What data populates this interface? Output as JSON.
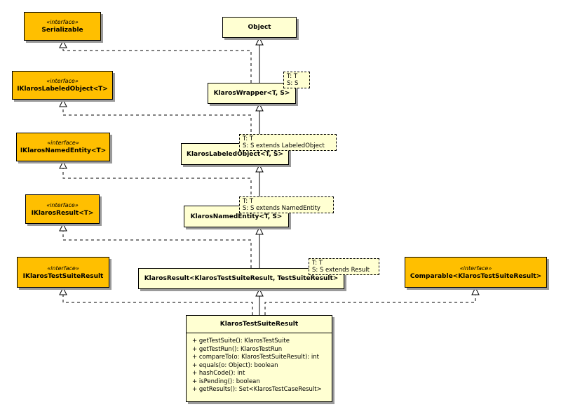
{
  "interfaces": {
    "serializable": {
      "stereotype": "«interface»",
      "name": "Serializable"
    },
    "labeled_object": {
      "stereotype": "«interface»",
      "name": "IKlarosLabeledObject<T>"
    },
    "named_entity": {
      "stereotype": "«interface»",
      "name": "IKlarosNamedEntity<T>"
    },
    "result": {
      "stereotype": "«interface»",
      "name": "IKlarosResult<T>"
    },
    "test_suite_result": {
      "stereotype": "«interface»",
      "name": "IKlarosTestSuiteResult"
    },
    "comparable": {
      "stereotype": "«interface»",
      "name": "Comparable<KlarosTestSuiteResult>"
    }
  },
  "classes": {
    "object": {
      "name": "Object"
    },
    "wrapper": {
      "name": "KlarosWrapper<T, S>"
    },
    "labeled_object": {
      "name": "KlarosLabeledObject<T, S>"
    },
    "named_entity": {
      "name": "KlarosNamedEntity<T, S>"
    },
    "result": {
      "name": "KlarosResult<KlarosTestSuiteResult, TestSuiteResult>"
    }
  },
  "type_params": {
    "wrapper": [
      "T: T",
      "S: S"
    ],
    "labeled_object": [
      "T: T",
      "S: S extends LabeledObject"
    ],
    "named_entity": [
      "T: T",
      "S: S extends NamedEntity"
    ],
    "result": [
      "T: T",
      "S: S extends Result"
    ]
  },
  "main_class": {
    "name": "KlarosTestSuiteResult",
    "methods": [
      "+ getTestSuite(): KlarosTestSuite",
      "+ getTestRun(): KlarosTestRun",
      "+ compareTo(o: KlarosTestSuiteResult): int",
      "+ equals(o: Object): boolean",
      "+ hashCode(): int",
      "+ isPending(): boolean",
      "+ getResults(): Set<KlarosTestCaseResult>"
    ]
  },
  "colors": {
    "interface_fill": "#ffbf00",
    "class_fill": "#ffffd2",
    "shadow": "#9a9a9a",
    "line": "#000000"
  }
}
